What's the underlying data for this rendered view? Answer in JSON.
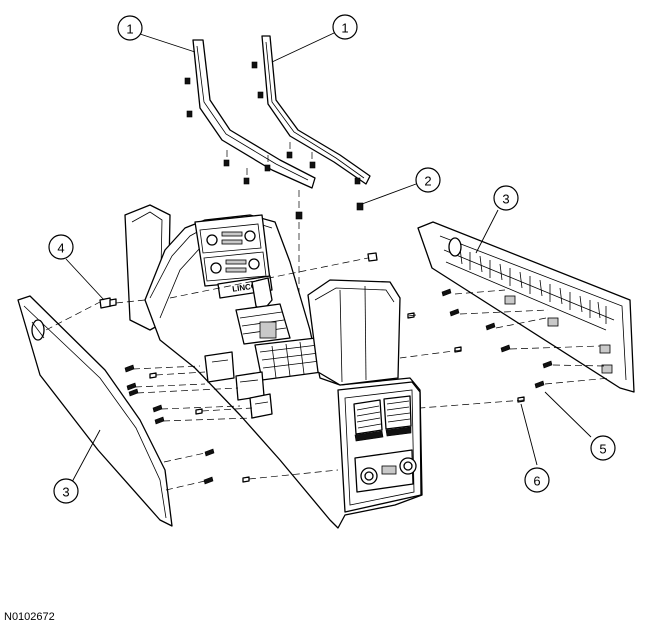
{
  "figure_id": "N0102672",
  "callouts": [
    {
      "number": "1"
    },
    {
      "number": "1"
    },
    {
      "number": "2"
    },
    {
      "number": "3"
    },
    {
      "number": "4"
    },
    {
      "number": "3"
    },
    {
      "number": "5"
    },
    {
      "number": "6"
    }
  ],
  "console_badge": "LINCO"
}
